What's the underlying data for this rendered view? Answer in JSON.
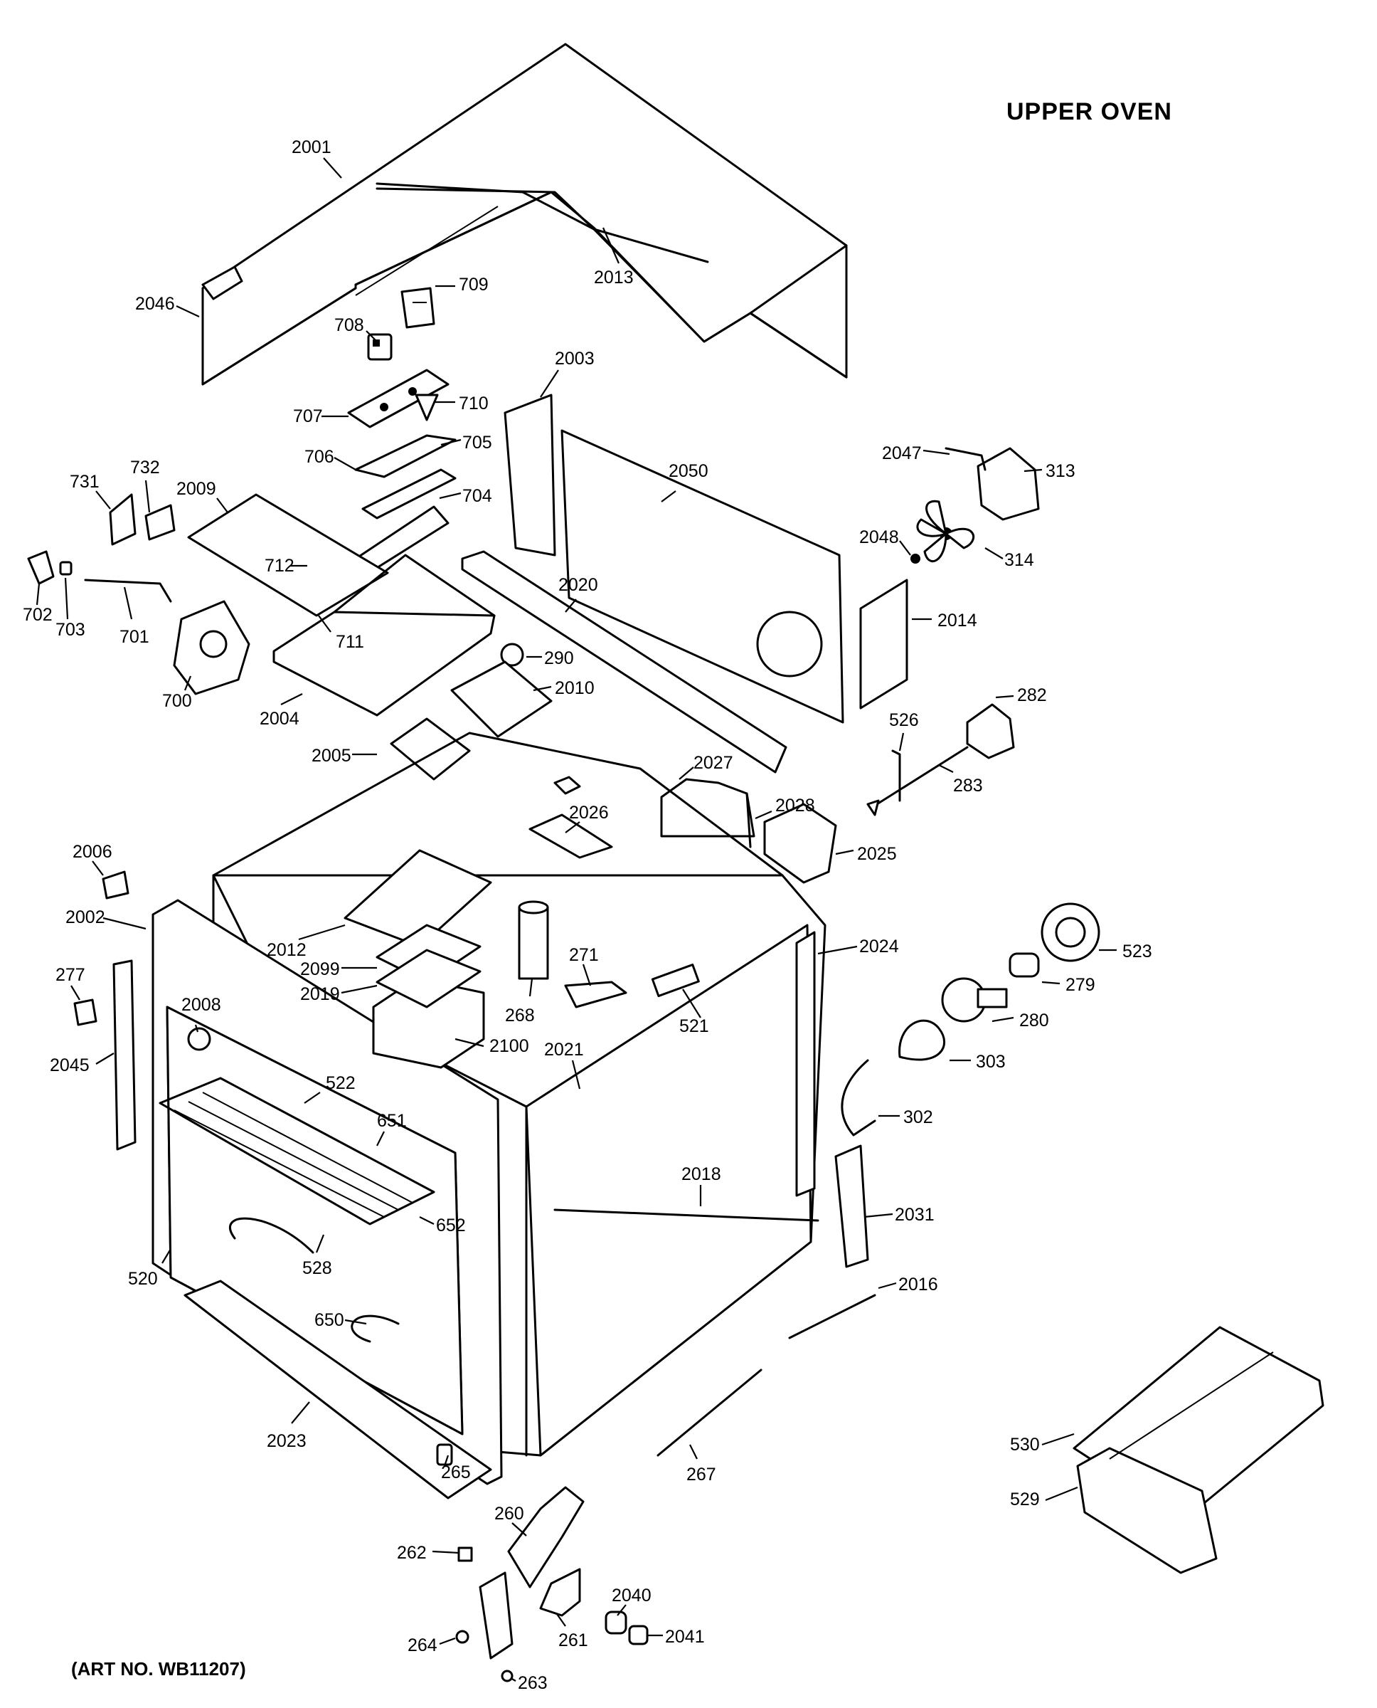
{
  "title": "UPPER OVEN",
  "art_number": "(ART NO. WB11207)",
  "callouts": {
    "c2001": "2001",
    "c2013": "2013",
    "c2046": "2046",
    "c709": "709",
    "c708": "708",
    "c707": "707",
    "c710": "710",
    "c706": "706",
    "c705": "705",
    "c704": "704",
    "c2003": "2003",
    "c2050": "2050",
    "c2047": "2047",
    "c313": "313",
    "c2048": "2048",
    "c314": "314",
    "c2014": "2014",
    "c731": "731",
    "c732": "732",
    "c2009": "2009",
    "c712": "712",
    "c702": "702",
    "c703": "703",
    "c701": "701",
    "c711": "711",
    "c700": "700",
    "c2004": "2004",
    "c2020": "2020",
    "c290": "290",
    "c2010": "2010",
    "c2005": "2005",
    "c282": "282",
    "c526": "526",
    "c283": "283",
    "c2027": "2027",
    "c2028": "2028",
    "c2026": "2026",
    "c2025": "2025",
    "c2006": "2006",
    "c2002": "2002",
    "c2012": "2012",
    "c2099": "2099",
    "c2019": "2019",
    "c271": "271",
    "c268": "268",
    "c521": "521",
    "c2024": "2024",
    "c523": "523",
    "c279": "279",
    "c277": "277",
    "c2008": "2008",
    "c2100": "2100",
    "c280": "280",
    "c2021": "2021",
    "c303": "303",
    "c2045": "2045",
    "c522": "522",
    "c651": "651",
    "c302": "302",
    "c2018": "2018",
    "c652": "652",
    "c2031": "2031",
    "c528": "528",
    "c520": "520",
    "c2016": "2016",
    "c650": "650",
    "c2023": "2023",
    "c265": "265",
    "c267": "267",
    "c530": "530",
    "c260": "260",
    "c529": "529",
    "c262": "262",
    "c2040": "2040",
    "c2041": "2041",
    "c261": "261",
    "c264": "264",
    "c263": "263"
  },
  "icons": {
    "fan": "fan-blade-icon",
    "bulb": "light-bulb-icon",
    "rack": "oven-rack-icon",
    "pan": "broiler-pan-icon"
  }
}
